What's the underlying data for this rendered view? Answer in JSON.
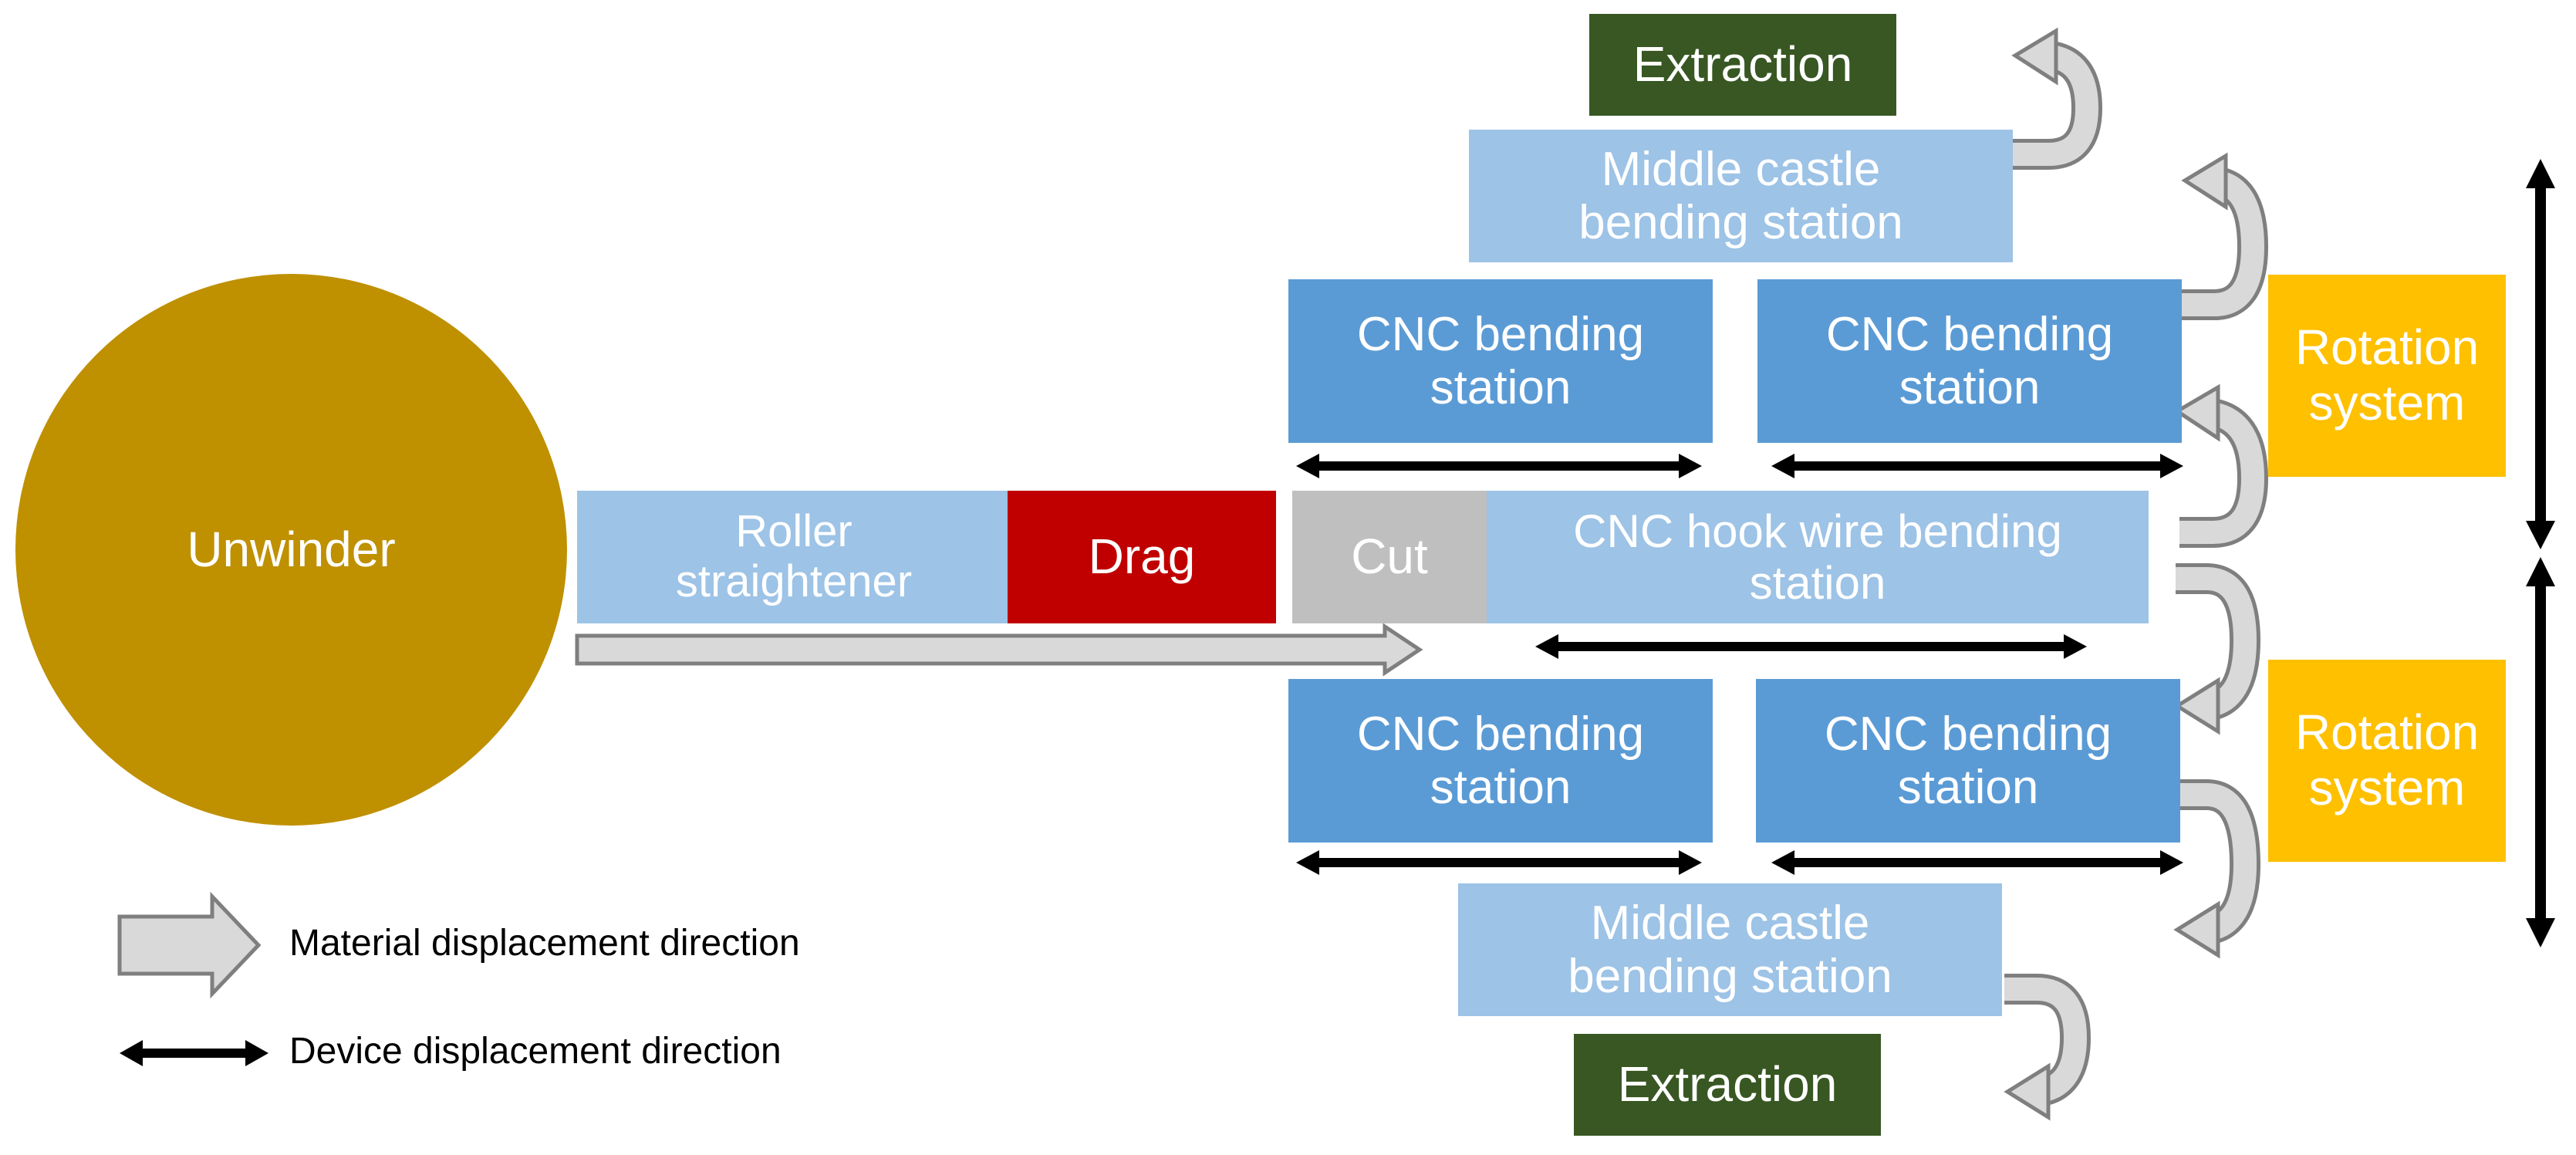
{
  "colors": {
    "unwinder": "#BF9000",
    "light_station": "#9DC3E6",
    "cnc_station": "#5B9BD5",
    "drag": "#C00000",
    "cut": "#BFBFBF",
    "extraction": "#385723",
    "rotation": "#FFC000",
    "material_arrow_fill": "#D9D9D9",
    "material_arrow_stroke": "#7F7F7F",
    "device_arrow": "#000000"
  },
  "nodes": {
    "unwinder": "Unwinder",
    "roller": "Roller\nstraightener",
    "drag": "Drag",
    "cut": "Cut",
    "hook": "CNC hook wire bending\nstation",
    "cnc_top_left": "CNC bending\nstation",
    "cnc_top_right": "CNC bending\nstation",
    "cnc_bottom_left": "CNC bending\nstation",
    "cnc_bottom_right": "CNC bending\nstation",
    "middle_top": "Middle castle\nbending station",
    "middle_bottom": "Middle castle\nbending station",
    "extraction_top": "Extraction",
    "extraction_bottom": "Extraction",
    "rotation_top": "Rotation\nsystem",
    "rotation_bottom": "Rotation\nsystem"
  },
  "legend": {
    "material": "Material displacement direction",
    "device": "Device displacement direction"
  }
}
